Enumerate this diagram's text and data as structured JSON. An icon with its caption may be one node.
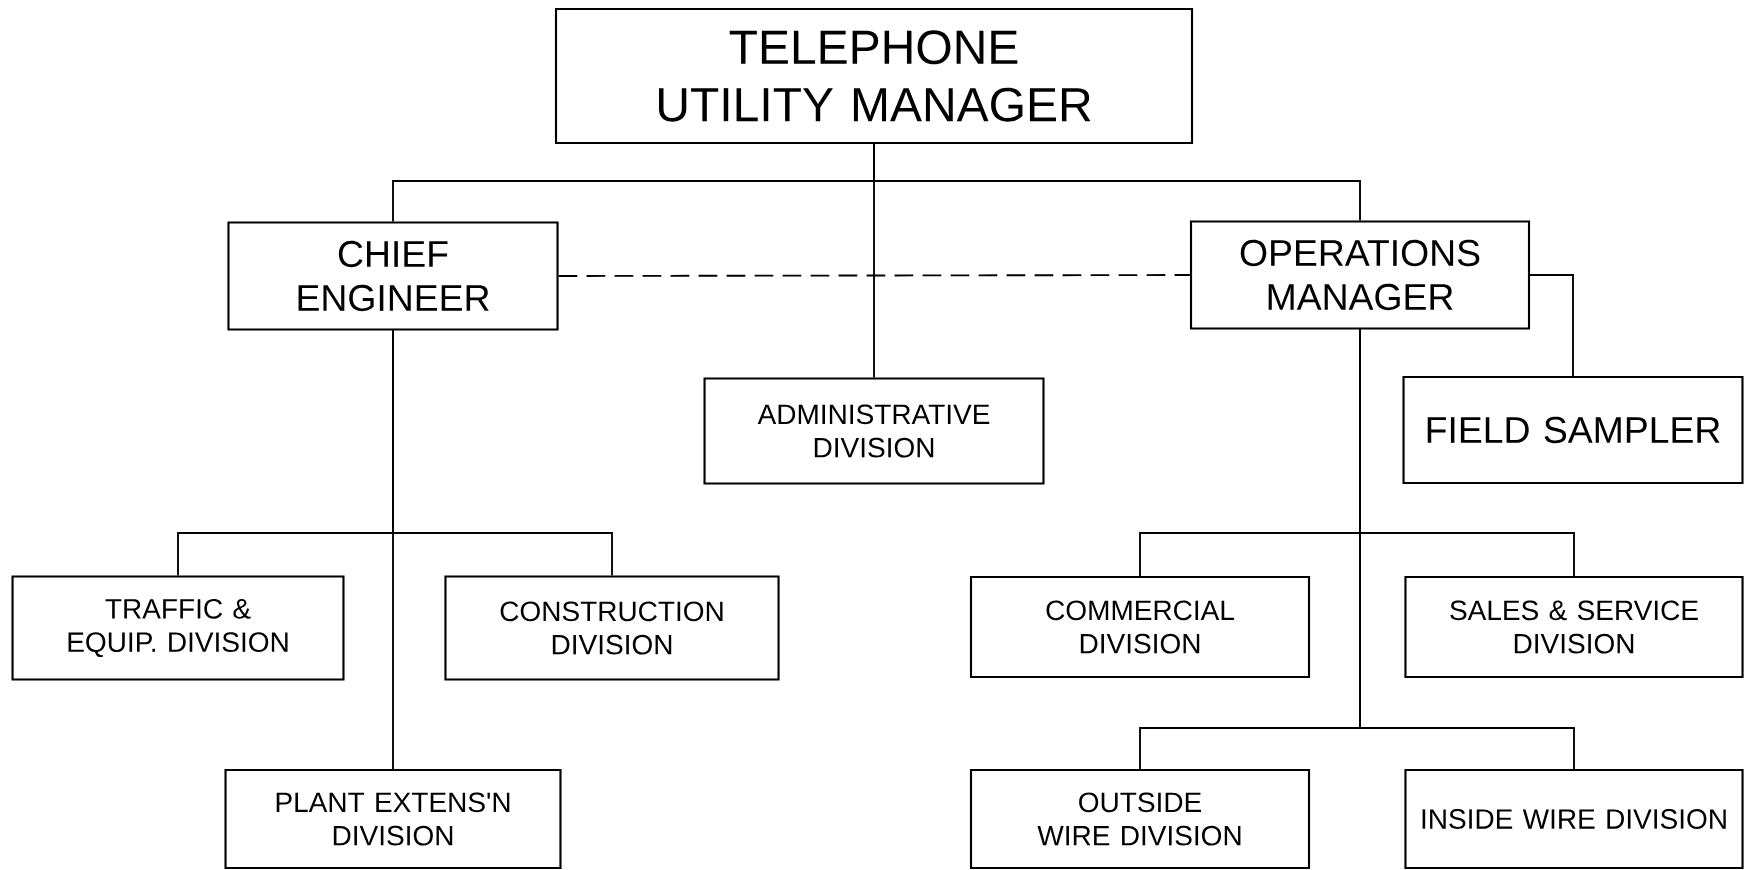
{
  "diagram": {
    "nodes": [
      {
        "text": [
          "TELEPHONE UTILITY MANAGER"
        ]
      },
      {
        "text": [
          "CHIEF ENGINEER"
        ]
      },
      {
        "text": [
          "OPERATIONS MANAGER"
        ]
      },
      {
        "text": [
          "ADMINISTRATIVE DIVISION"
        ]
      },
      {
        "text": [
          "FIELD SAMPLER"
        ]
      },
      {
        "text": [
          "TRAFFIC & EQUIP. DIVISION"
        ]
      },
      {
        "text": [
          "CONSTRUCTION DIVISION"
        ]
      },
      {
        "text": [
          "COMMERCIAL DIVISION"
        ]
      },
      {
        "text": [
          "SALES & SERVICE DIVISION"
        ]
      },
      {
        "text": [
          "PLANT EXTENS'N DIVISION"
        ]
      },
      {
        "text": [
          "OUTSIDE WIRE DIVISION"
        ]
      },
      {
        "text": [
          "INSIDE WIRE DIVISION"
        ]
      }
    ],
    "edges": [
      {
        "from": 0,
        "to": 1,
        "arrow": "none"
      },
      {
        "from": 0,
        "to": 3,
        "arrow": "none"
      },
      {
        "from": 0,
        "to": 2,
        "arrow": "none"
      },
      {
        "from": 1,
        "to": 2,
        "arrow": "none",
        "style": "dashed"
      },
      {
        "from": 2,
        "to": 4,
        "arrow": "none"
      },
      {
        "from": 1,
        "to": 5,
        "arrow": "none"
      },
      {
        "from": 1,
        "to": 6,
        "arrow": "none"
      },
      {
        "from": 1,
        "to": 9,
        "arrow": "none"
      },
      {
        "from": 2,
        "to": 7,
        "arrow": "none"
      },
      {
        "from": 2,
        "to": 8,
        "arrow": "none"
      },
      {
        "from": 2,
        "to": 10,
        "arrow": "none"
      },
      {
        "from": 2,
        "to": 11,
        "arrow": "none"
      }
    ]
  }
}
